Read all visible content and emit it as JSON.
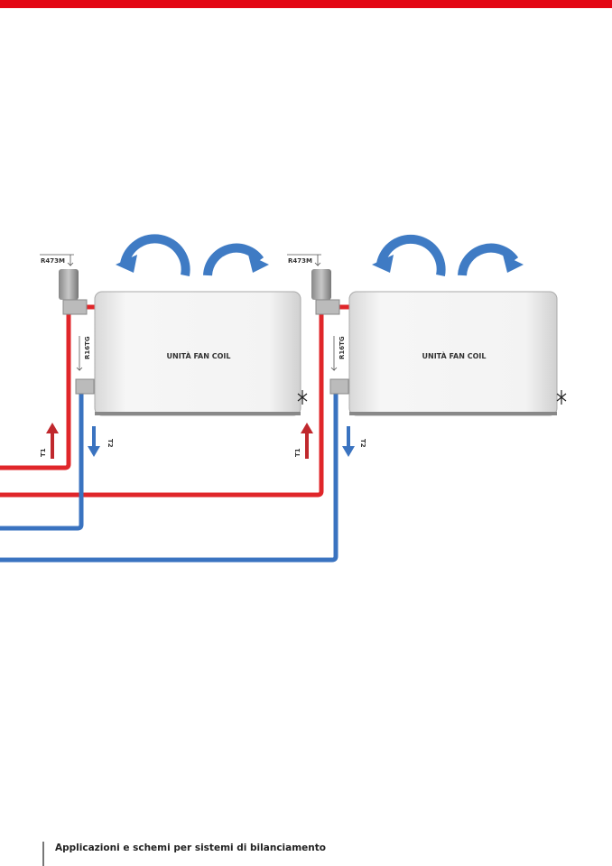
{
  "colors": {
    "brand_red": "#e30613",
    "hot_pipe": "#e0262a",
    "cold_pipe": "#3a73c0",
    "air_arrow": "#3f7bc4"
  },
  "units": [
    {
      "label": "UNITÀ FAN COIL",
      "valve_top": "R473M",
      "valve_bottom": "R16TG",
      "flow_in": "T1",
      "flow_out": "T2"
    },
    {
      "label": "UNITÀ FAN COIL",
      "valve_top": "R473M",
      "valve_bottom": "R16TG",
      "flow_in": "T1",
      "flow_out": "T2"
    }
  ],
  "footer": {
    "title": "Applicazioni e schemi per sistemi di bilanciamento"
  }
}
